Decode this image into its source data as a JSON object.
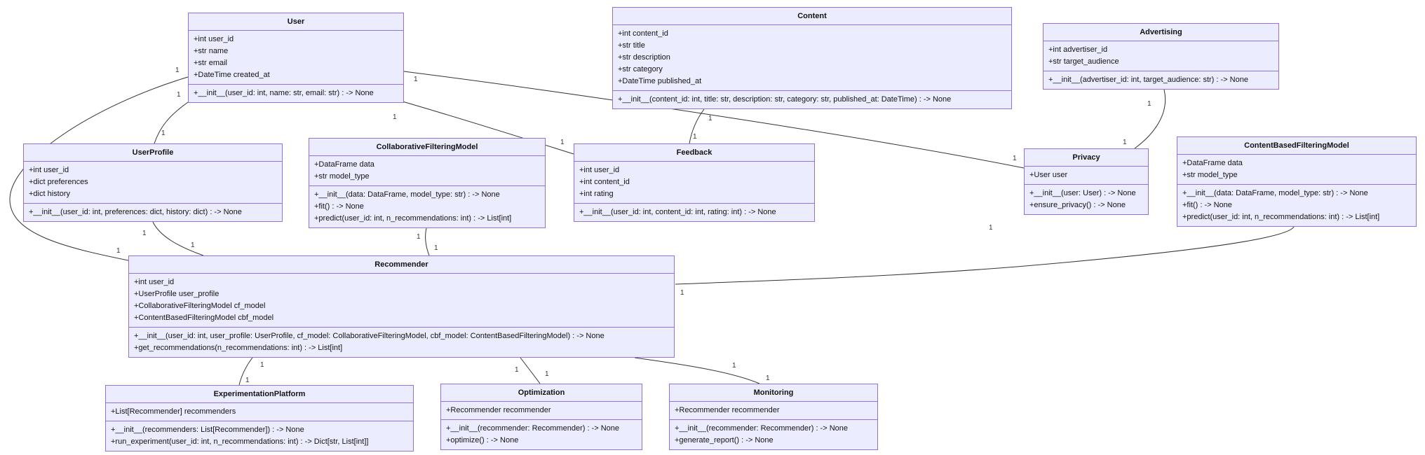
{
  "diagram": {
    "type": "uml-class-diagram",
    "title": "Recommender system class diagram"
  },
  "colors": {
    "node_fill": "#ECECFF",
    "node_border": "#9370DB",
    "edge": "#333333",
    "background": "#FFFFFF"
  },
  "classes": [
    {
      "id": "user",
      "name": "User",
      "attributes": [
        "+int user_id",
        "+str name",
        "+str email",
        "+DateTime created_at"
      ],
      "methods": [
        "+__init__(user_id: int, name: str, email: str) : -> None"
      ]
    },
    {
      "id": "content",
      "name": "Content",
      "attributes": [
        "+int content_id",
        "+str title",
        "+str description",
        "+str category",
        "+DateTime published_at"
      ],
      "methods": [
        "+__init__(content_id: int, title: str, description: str, category: str, published_at: DateTime) : -> None"
      ]
    },
    {
      "id": "advertising",
      "name": "Advertising",
      "attributes": [
        "+int advertiser_id",
        "+str target_audience"
      ],
      "methods": [
        "+__init__(advertiser_id: int, target_audience: str) : -> None"
      ]
    },
    {
      "id": "userprofile",
      "name": "UserProfile",
      "attributes": [
        "+int user_id",
        "+dict preferences",
        "+dict history"
      ],
      "methods": [
        "+__init__(user_id: int, preferences: dict, history: dict) : -> None"
      ]
    },
    {
      "id": "collaborativefilteringmodel",
      "name": "CollaborativeFilteringModel",
      "attributes": [
        "+DataFrame data",
        "+str model_type"
      ],
      "methods": [
        "+__init__(data: DataFrame, model_type: str) : -> None",
        "+fit() : -> None",
        "+predict(user_id: int, n_recommendations: int) : -> List[int]"
      ]
    },
    {
      "id": "feedback",
      "name": "Feedback",
      "attributes": [
        "+int user_id",
        "+int content_id",
        "+int rating"
      ],
      "methods": [
        "+__init__(user_id: int, content_id: int, rating: int) : -> None"
      ]
    },
    {
      "id": "privacy",
      "name": "Privacy",
      "attributes": [
        "+User user"
      ],
      "methods": [
        "+__init__(user: User) : -> None",
        "+ensure_privacy() : -> None"
      ]
    },
    {
      "id": "contentbasedfilteringmodel",
      "name": "ContentBasedFilteringModel",
      "attributes": [
        "+DataFrame data",
        "+str model_type"
      ],
      "methods": [
        "+__init__(data: DataFrame, model_type: str) : -> None",
        "+fit() : -> None",
        "+predict(user_id: int, n_recommendations: int) : -> List[int]"
      ]
    },
    {
      "id": "recommender",
      "name": "Recommender",
      "attributes": [
        "+int user_id",
        "+UserProfile user_profile",
        "+CollaborativeFilteringModel cf_model",
        "+ContentBasedFilteringModel cbf_model"
      ],
      "methods": [
        "+__init__(user_id: int, user_profile: UserProfile, cf_model: CollaborativeFilteringModel, cbf_model: ContentBasedFilteringModel) : -> None",
        "+get_recommendations(n_recommendations: int) : -> List[int]"
      ]
    },
    {
      "id": "experimentationplatform",
      "name": "ExperimentationPlatform",
      "attributes": [
        "+List[Recommender] recommenders"
      ],
      "methods": [
        "+__init__(recommenders: List[Recommender]) : -> None",
        "+run_experiment(user_id: int, n_recommendations: int) : -> Dict[str, List[int]]"
      ]
    },
    {
      "id": "optimization",
      "name": "Optimization",
      "attributes": [
        "+Recommender recommender"
      ],
      "methods": [
        "+__init__(recommender: Recommender) : -> None",
        "+optimize() : -> None"
      ]
    },
    {
      "id": "monitoring",
      "name": "Monitoring",
      "attributes": [
        "+Recommender recommender"
      ],
      "methods": [
        "+__init__(recommender: Recommender) : -> None",
        "+generate_report() : -> None"
      ]
    }
  ],
  "edges": [
    {
      "from": "User",
      "to": "UserProfile",
      "from_label": "1",
      "to_label": "1"
    },
    {
      "from": "User",
      "to": "Recommender",
      "from_label": "1",
      "to_label": "1"
    },
    {
      "from": "User",
      "to": "Feedback",
      "from_label": "1",
      "to_label": "1"
    },
    {
      "from": "User",
      "to": "Privacy",
      "from_label": "1",
      "to_label": "1"
    },
    {
      "from": "Content",
      "to": "Feedback",
      "from_label": "1",
      "to_label": "1"
    },
    {
      "from": "Advertising",
      "to": "Privacy",
      "from_label": "1",
      "to_label": "1"
    },
    {
      "from": "UserProfile",
      "to": "Recommender",
      "from_label": "1",
      "to_label": "1"
    },
    {
      "from": "CollaborativeFilteringModel",
      "to": "Recommender",
      "from_label": "1",
      "to_label": "1"
    },
    {
      "from": "ContentBasedFilteringModel",
      "to": "Recommender",
      "from_label": "1",
      "to_label": "1"
    },
    {
      "from": "Recommender",
      "to": "ExperimentationPlatform",
      "from_label": "1",
      "to_label": "1"
    },
    {
      "from": "Recommender",
      "to": "Optimization",
      "from_label": "1",
      "to_label": "1"
    },
    {
      "from": "Recommender",
      "to": "Monitoring",
      "from_label": "1",
      "to_label": "1"
    }
  ]
}
